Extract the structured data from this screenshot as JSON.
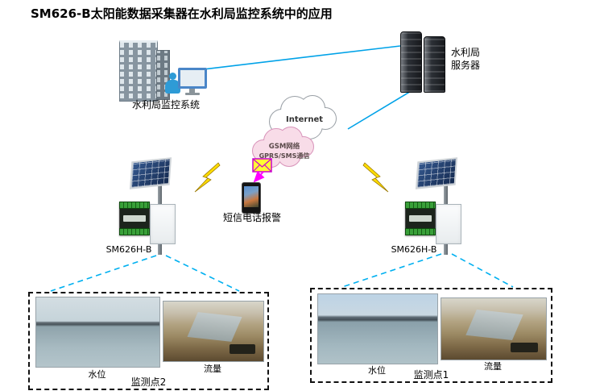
{
  "title": "SM626-B太阳能数据采集器在水利局监控系统中的应用",
  "monitor_system": {
    "label": "水利局监控系统"
  },
  "server": {
    "label_line1": "水利局",
    "label_line2": "服务器"
  },
  "internet": {
    "label": "Internet"
  },
  "gsm": {
    "line1": "GSM网络",
    "line2": "GPRS/SMS通信"
  },
  "alarm": {
    "label": "短信电话报警"
  },
  "stations": {
    "left": {
      "label": "SM626H-B"
    },
    "right": {
      "label": "SM626H-B"
    }
  },
  "sites": {
    "site2": {
      "label": "监测点2",
      "photo1_label": "水位",
      "photo2_label": "流量"
    },
    "site1": {
      "label": "监测点1",
      "photo1_label": "水位",
      "photo2_label": "流量"
    }
  },
  "colors": {
    "link_blue": "#00a2e8",
    "dashed_cyan": "#00b0f0",
    "lightning_yellow": "#ffdd00",
    "alarm_magenta": "#ff00ff",
    "envelope_yellow": "#ffff33",
    "internet_cloud_fill": "#ffffff",
    "gsm_cloud_fill": "#f8dce8"
  }
}
